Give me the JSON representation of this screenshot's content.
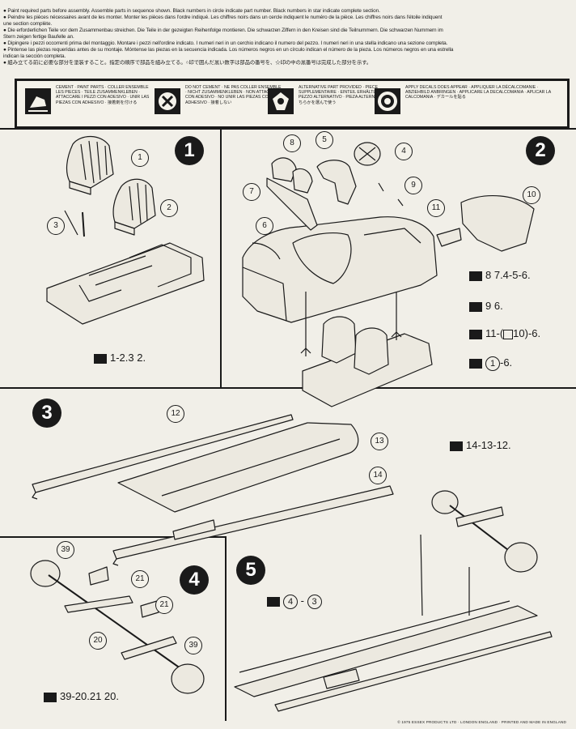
{
  "intro": {
    "lines": [
      "● Paint required parts before assembly. Assemble parts in sequence shown. Black numbers in circle indicate part number. Black numbers in star indicate complete section.",
      "● Peindre les pièces nécessaires avant de les monter. Monter les pièces dans l'ordre indiqué. Les chiffres noirs dans un cercle indiquent le numéro de la pièce. Les chiffres noirs dans l'étoile indiquent",
      "  une section complète.",
      "● Die erforderlichen Teile vor dem Zusammenbau streichen. Die Teile in der gezeigten Reihenfolge montieren. Die schwarzen Ziffern in den Kreisen sind die Teilnummern. Die schwarzen Nummern im",
      "  Stern zeigen fertige Baufelle an.",
      "● Dipingere i pezzi occorrenti prima del montaggio. Montare i pezzi nell'ordine indicato. I numeri neri in un cerchio indicano il numero del pezzo. I numeri neri in una stella indicano una sezione completa.",
      "● Pintense las piezas requeridas antes de su montaje. Móntense las piezas en la secuencia indicada. Los números negros en un círculo indican el número de la pieza. Los números negros en una estrella",
      "  indican la sección completa.",
      "● 組み立てる前に必要な部分を塗装すること。指定の順序で部品を組み立てる。○印で囲んだ黒い数字は部品の番号を、☆印の中の黒番号は完成した部分を示す。"
    ]
  },
  "legend": [
    {
      "icon": "cement-icon",
      "text": "CEMENT · PAINT PARTS · COLLER ENSEMBLE LES PIECES · TEILE ZUSAMMENKLEBEN · ATTACCARE I PEZZI CON ADESIVO · UNIR LAS PIEZAS CON ADHESIVO · 接着剤を付ける"
    },
    {
      "icon": "do-not-cement-icon",
      "text": "DO NOT CEMENT · NE PAS COLLER ENSEMBLE · NICHT ZUSAMMENKLEBEN · NON ATTACCARE CON ADESIVO · NO UNIR LAS PIEZAS CON ADHESIVO · 接着しない"
    },
    {
      "icon": "alternate-part-icon",
      "text": "ALTERNATIVE PART PROVIDED · PIECE SUPPLEMENTAIRE · EINTEIL ERHÄLTLICH · PEZZO ALTERNATIVO · PIEZA ALTERNATIVA · どちらかを選んで使う"
    },
    {
      "icon": "decal-icon",
      "text": "APPLY DECALS DOES APPEAR · APPLIQUER LA DÉCALCOMANIE · ABZIEHBILD ANBRINGEN · APPLICARE LA DECALCOMANIA · APLICAR LA CALCOMANIA · デカールを貼る"
    }
  ],
  "steps": {
    "s1": {
      "num": "1",
      "seq": "1-2.3 2."
    },
    "s2": {
      "num": "2",
      "seq1": "8 7.4-5-6.",
      "seq2": "9 6.",
      "seq3a": "11-(",
      "seq3b": "10)-6.",
      "seq4": "1",
      "seq4b": "-6."
    },
    "s3": {
      "num": "3",
      "seq": "14-13-12."
    },
    "s4": {
      "num": "4",
      "seq": "39-20.21 20."
    },
    "s5": {
      "num": "5",
      "seq_a": "4",
      "seq_b": "3"
    }
  },
  "callouts": {
    "c1": "1",
    "c2": "2",
    "c3": "3",
    "c4": "4",
    "c5": "5",
    "c6": "6",
    "c7": "7",
    "c8": "8",
    "c9": "9",
    "c10": "10",
    "c11": "11",
    "c12": "12",
    "c13": "13",
    "c14": "14",
    "c20": "20",
    "c21a": "21",
    "c21b": "21",
    "c39a": "39",
    "c39b": "39"
  },
  "copyright": "© 1975 ESSEX PRODUCTS LTD · LONDON ENGLAND · PRINTED AND MADE IN ENGLAND"
}
